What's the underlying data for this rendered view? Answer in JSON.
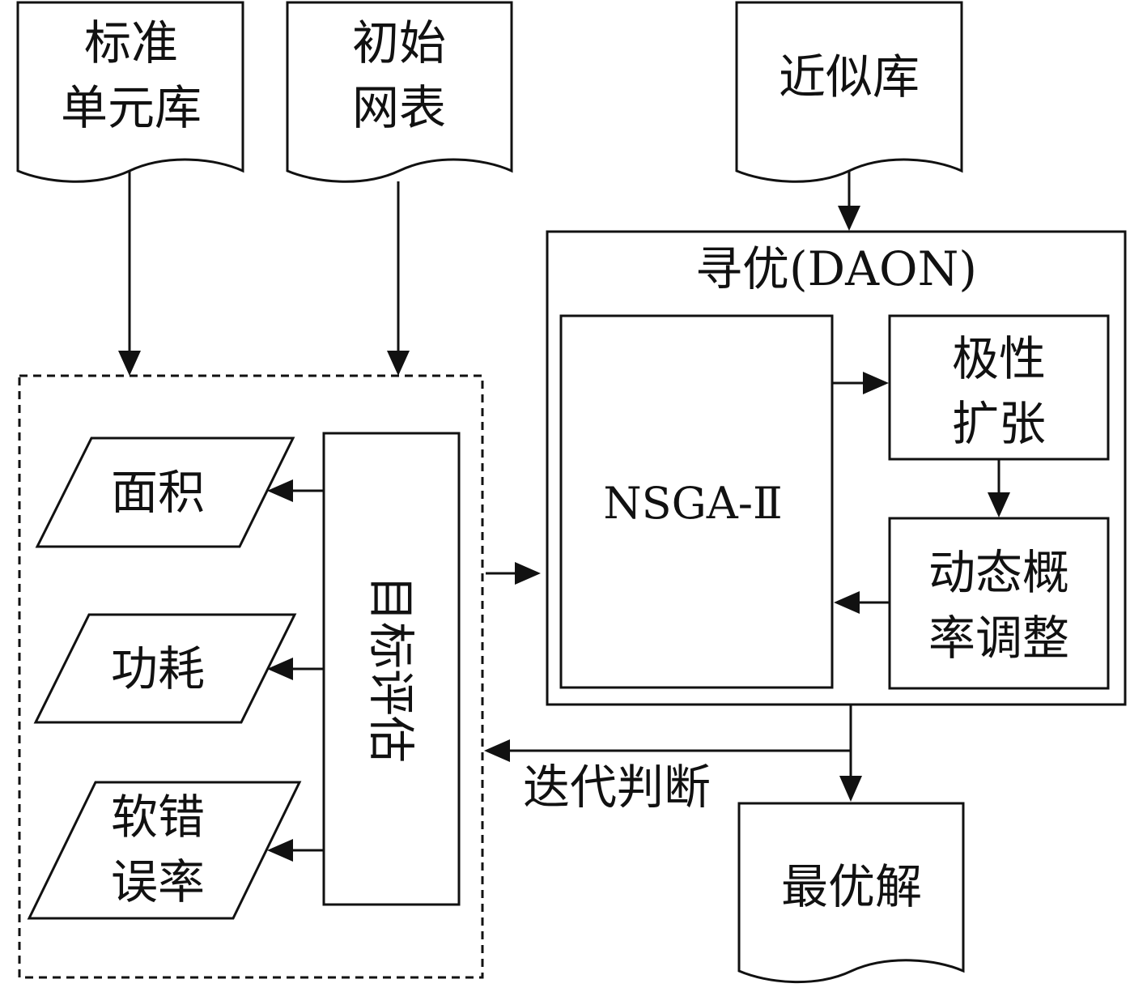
{
  "inputs": {
    "standard_cell_library": [
      "标准",
      "单元库"
    ],
    "initial_netlist": [
      "初始",
      "网表"
    ],
    "approx_library": "近似库"
  },
  "optimization": {
    "title": "寻优(DAON)",
    "nsga": "NSGA-Ⅱ",
    "polarity_expansion": [
      "极性",
      "扩张"
    ],
    "dynamic_probability": [
      "动态概",
      "率调整"
    ]
  },
  "evaluation": {
    "target_evaluation": "目标评估",
    "area": "面积",
    "power": "功耗",
    "soft_error_rate": [
      "软错",
      "误率"
    ]
  },
  "iteration_label": "迭代判断",
  "output": "最优解",
  "colors": {
    "line": "#111111",
    "fill": "#ffffff"
  }
}
